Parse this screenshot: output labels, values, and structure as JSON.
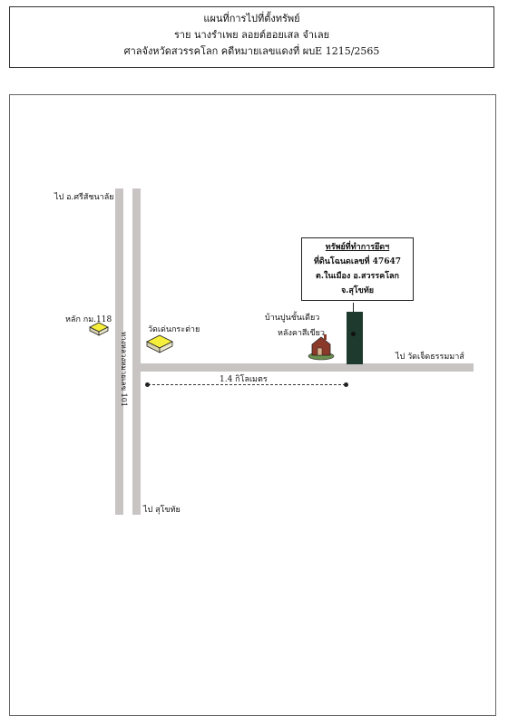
{
  "header": {
    "title": "แผนที่การไปที่ตั้งทรัพย์",
    "parties": "ราย นางรำเพย  ลอยต์ฮอยเสล  จำเลย",
    "court": "ศาลจังหวัดสวรรคโลก  คดีหมายเลขแดงที่ ผบE 1215/2565"
  },
  "map": {
    "label_to_srisatchanalai": "ไป อ.ศรีสัชนาลัย",
    "label_to_sukhothai": "ไป สุโขทัย",
    "label_to_wat_chet": "ไป วัดเจ็ดธรรมมาส์",
    "highway_label": "ทางหลวงหมายเลข 101",
    "km_marker": "หลัก กม.118",
    "temple_label": "วัดเด่นกระต่าย",
    "house_label_1": "บ้านปูนชั้นเดียว",
    "house_label_2": "หลังคาสีเขียว",
    "distance": "1.4 กิโลเมตร",
    "colors": {
      "road": "#c9c4c4",
      "building": "#1e3a2f",
      "marker_top": "#f5ee3a"
    }
  },
  "property": {
    "title": "ทรัพย์ที่ทำการยึดฯ",
    "deed": "ที่ดินโฉนดเลขที่  47647",
    "location": "ต.ในเมือง อ.สวรรคโลก",
    "province": "จ.สุโขทัย"
  }
}
